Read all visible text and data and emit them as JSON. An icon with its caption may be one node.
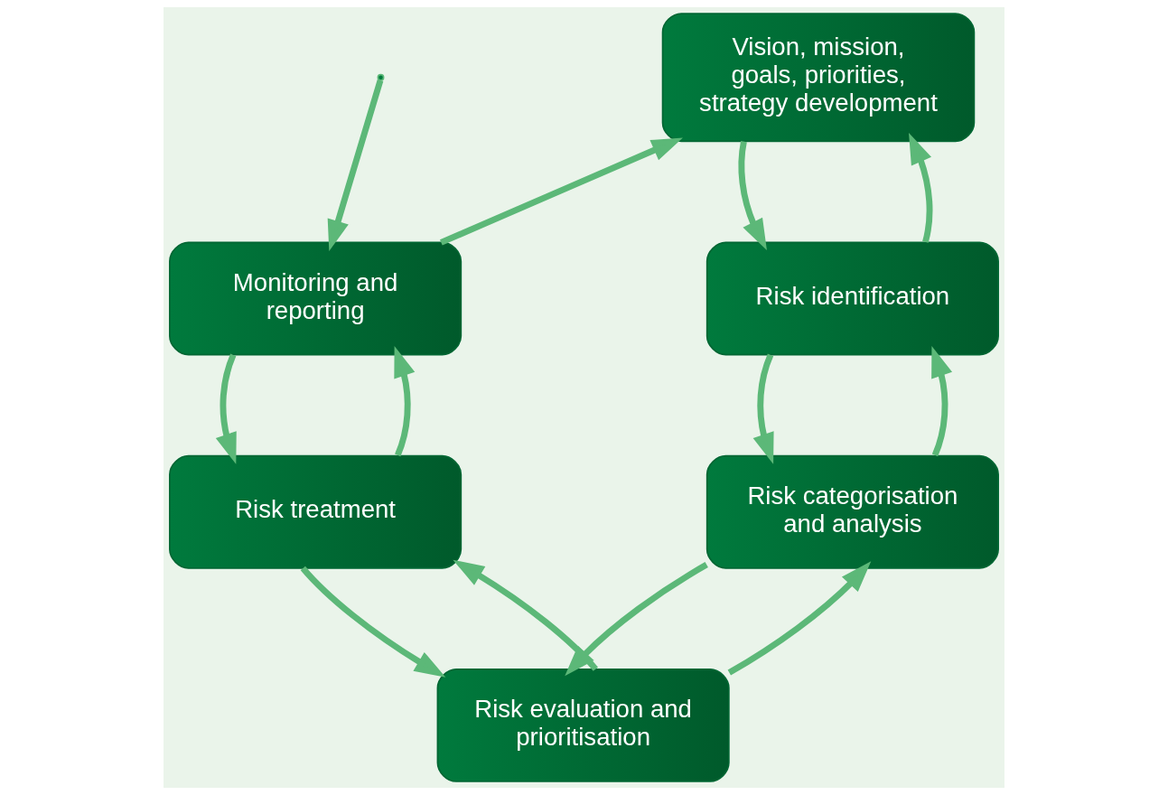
{
  "diagram": {
    "nodes": [
      {
        "text": [
          "Vision, mission, goals, priorities, strategy development"
        ]
      },
      {
        "text": [
          "Monitoring and reporting"
        ]
      },
      {
        "text": [
          "Risk identification"
        ]
      },
      {
        "text": [
          "Risk treatment"
        ]
      },
      {
        "text": [
          "Risk categorisation and analysis"
        ]
      },
      {
        "text": [
          "Risk evaluation and prioritisation"
        ]
      }
    ],
    "edges": [
      {
        "from": 0,
        "to": 2,
        "arrow": "to"
      },
      {
        "from": 2,
        "to": 4,
        "arrow": "to"
      },
      {
        "from": 4,
        "to": 5,
        "arrow": "to"
      },
      {
        "from": 5,
        "to": 3,
        "arrow": "to"
      },
      {
        "from": 3,
        "to": 1,
        "arrow": "to"
      },
      {
        "from": 1,
        "to": 0,
        "arrow": "to"
      },
      {
        "from": null,
        "to": 1,
        "arrow": "to"
      },
      {
        "from": 1,
        "to": 3,
        "arrow": "to"
      },
      {
        "from": 3,
        "to": 5,
        "arrow": "to"
      },
      {
        "from": 5,
        "to": 4,
        "arrow": "to"
      },
      {
        "from": 4,
        "to": 2,
        "arrow": "to"
      },
      {
        "from": 2,
        "to": 0,
        "arrow": "to"
      }
    ]
  }
}
